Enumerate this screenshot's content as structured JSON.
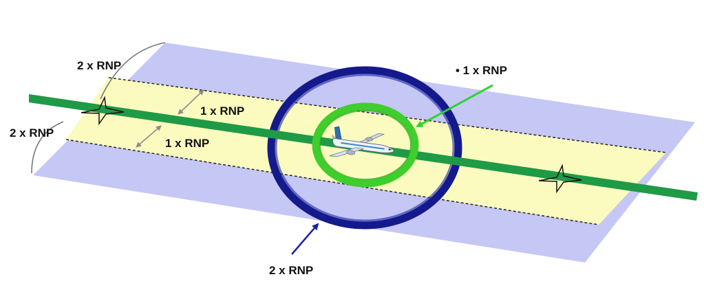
{
  "labels": {
    "outer_top_left": "2 x RNP",
    "outer_bottom_left": "2 x RNP",
    "inner_upper": "1 x RNP",
    "inner_lower": "1 x RNP",
    "green_ring": "• 1 x RNP",
    "blue_ring": "2 x RNP"
  },
  "colors": {
    "outer_corridor": "#c5c7f4",
    "inner_corridor": "#fbfbbf",
    "track": "#1f9a46",
    "blue_ring": "#141a8c",
    "green_ring": "#3fce2c",
    "green_arrow": "#2fd22f",
    "blue_arrow": "#1b22a6",
    "dim_arrow": "#8c8c8c",
    "dashed_line": "#222222",
    "bracket": "#777777"
  },
  "icons": [
    "airplane-icon",
    "waypoint-star-icon"
  ]
}
